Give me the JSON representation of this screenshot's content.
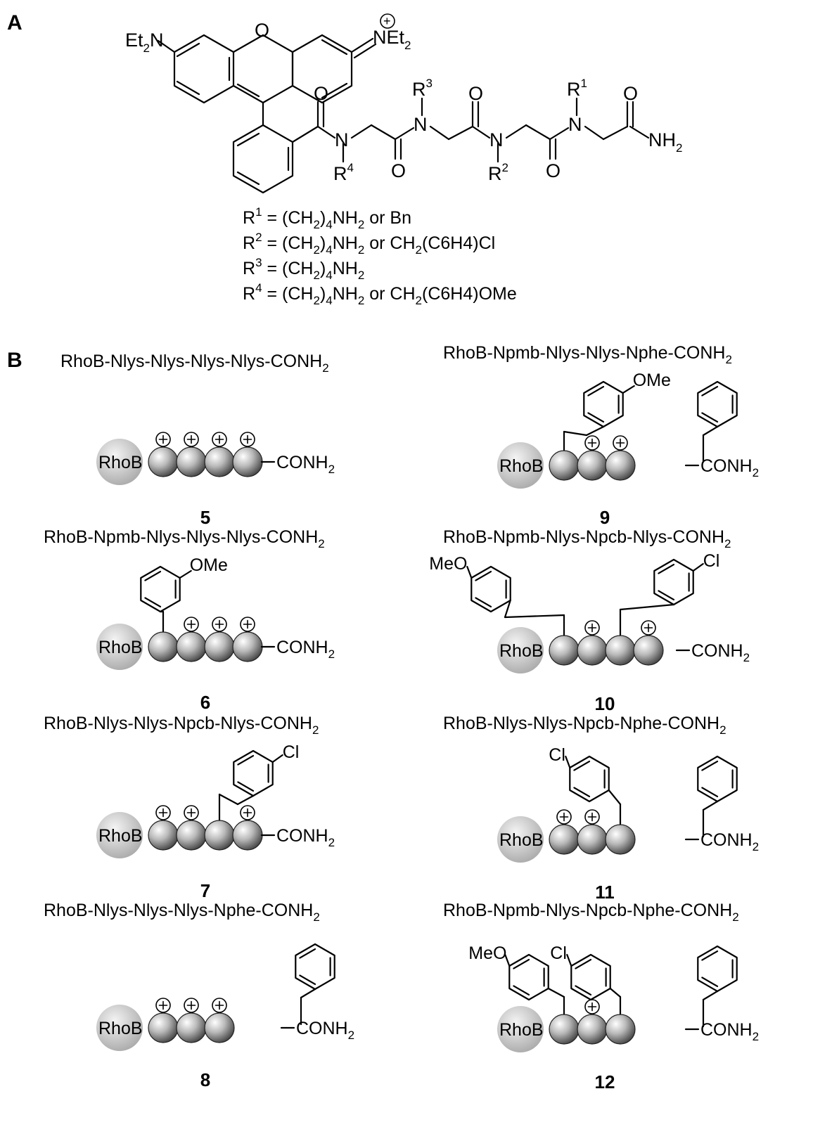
{
  "panel_a": {
    "label": "A",
    "atoms": {
      "et2n_left": "Et",
      "et2n_left_sub": "2",
      "et2n_left_n": "N",
      "oxygen": "O",
      "n_right": "N",
      "et_right": "Et",
      "et_right_sub": "2",
      "plus": "+",
      "o": "O",
      "n": "N",
      "r": "R",
      "nh": "NH",
      "nh_sub": "2",
      "r1_sup": "1",
      "r2_sup": "2",
      "r3_sup": "3",
      "r4_sup": "4"
    },
    "definitions": [
      {
        "r": "R",
        "sup": "1",
        "pre": " = (CH",
        "s1": "2",
        "mid": ")",
        "s2": "4",
        "post": "NH",
        "s3": "2",
        "tail": " or Bn",
        "s4": "",
        "end": ""
      },
      {
        "r": "R",
        "sup": "2",
        "pre": " = (CH",
        "s1": "2",
        "mid": ")",
        "s2": "4",
        "post": "NH",
        "s3": "2",
        "tail": " or CH",
        "s4": "2",
        "end": "(C6H4)Cl"
      },
      {
        "r": "R",
        "sup": "3",
        "pre": " = (CH",
        "s1": "2",
        "mid": ")",
        "s2": "4",
        "post": "NH",
        "s3": "2",
        "tail": "",
        "s4": "",
        "end": ""
      },
      {
        "r": "R",
        "sup": "4",
        "pre": " = (CH",
        "s1": "2",
        "mid": ")",
        "s2": "4",
        "post": "NH",
        "s3": "2",
        "tail": " or CH",
        "s4": "2",
        "end": "(C6H4)OMe"
      }
    ]
  },
  "panel_b": {
    "label": "B",
    "rhob": "RhoB",
    "conh": "CONH",
    "conh_sub": "2",
    "plus": "+",
    "ome": "OMe",
    "meo": "MeO",
    "cl": "Cl",
    "compounds": [
      {
        "number": "5",
        "name": "RhoB-Nlys-Nlys-Nlys-Nlys-CONH",
        "name_sub": "2"
      },
      {
        "number": "9",
        "name": "RhoB-Npmb-Nlys-Nlys-Nphe-CONH",
        "name_sub": "2"
      },
      {
        "number": "6",
        "name": "RhoB-Npmb-Nlys-Nlys-Nlys-CONH",
        "name_sub": "2"
      },
      {
        "number": "10",
        "name": "RhoB-Npmb-Nlys-Npcb-Nlys-CONH",
        "name_sub": "2"
      },
      {
        "number": "7",
        "name": "RhoB-Nlys-Nlys-Npcb-Nlys-CONH",
        "name_sub": "2"
      },
      {
        "number": "11",
        "name": "RhoB-Nlys-Nlys-Npcb-Nphe-CONH",
        "name_sub": "2"
      },
      {
        "number": "8",
        "name": "RhoB-Nlys-Nlys-Nlys-Nphe-CONH",
        "name_sub": "2"
      },
      {
        "number": "12",
        "name": "RhoB-Npmb-Nlys-Npcb-Nphe-CONH",
        "name_sub": "2"
      }
    ]
  }
}
